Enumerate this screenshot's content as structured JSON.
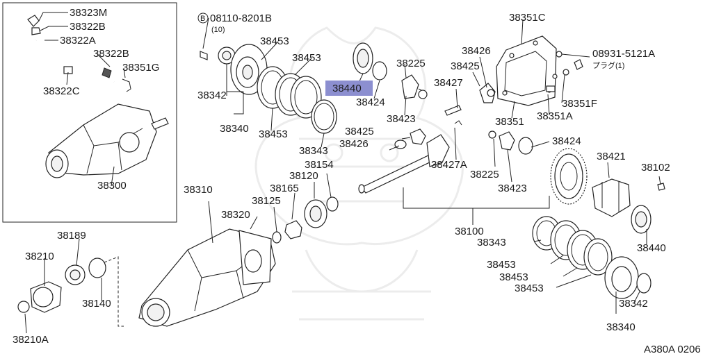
{
  "colors": {
    "highlight": "#8c8fd0",
    "ink": "#1a1a1a",
    "watermark": "#ececec"
  },
  "diagram": {
    "bolt_symbol": "B",
    "bolt_part": "08110-8201B",
    "bolt_qty": "(10)",
    "plug_part": "08931-5121A",
    "plug_note": "プラグ(1)",
    "highlighted_part": "38440",
    "figure_code": "A380A 0206",
    "labels": {
      "p38323M": "38323M",
      "p38322B_a": "38322B",
      "p38322A": "38322A",
      "p38322B_b": "38322B",
      "p38351G": "38351G",
      "p38322C": "38322C",
      "p38300": "38300",
      "p38453_a": "38453",
      "p38453_b": "38453",
      "p38342_l": "38342",
      "p38340_l": "38340",
      "p38453_c": "38453",
      "p38343_l": "38343",
      "p38424_a": "38424",
      "p38225_a": "38225",
      "p38423_a": "38423",
      "p38427": "38427",
      "p38426_a": "38426",
      "p38425_a": "38425",
      "p38351C": "38351C",
      "p38351F": "38351F",
      "p38351A": "38351A",
      "p38351": "38351",
      "p38425_b": "38425",
      "p38426_b": "38426",
      "p38427A": "38427A",
      "p38225_b": "38225",
      "p38423_b": "38423",
      "p38424_b": "38424",
      "p38421": "38421",
      "p38102": "38102",
      "p38154": "38154",
      "p38120": "38120",
      "p38165": "38165",
      "p38125": "38125",
      "p38310": "38310",
      "p38320": "38320",
      "p38100": "38100",
      "p38343_r": "38343",
      "p38440_r": "38440",
      "p38453_r1": "38453",
      "p38453_r2": "38453",
      "p38453_r3": "38453",
      "p38342_r": "38342",
      "p38340_r": "38340",
      "p38189": "38189",
      "p38210": "38210",
      "p38140": "38140",
      "p38210A": "38210A"
    }
  }
}
